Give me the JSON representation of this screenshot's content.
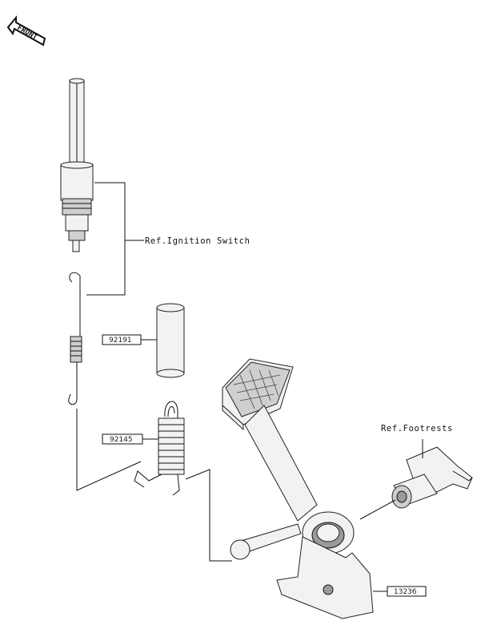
{
  "front_indicator": {
    "text": "FRONT"
  },
  "references": [
    {
      "id": "ref-ignition-switch",
      "text": "Ref.Ignition Switch"
    },
    {
      "id": "ref-footrests",
      "text": "Ref.Footrests"
    }
  ],
  "part_numbers": [
    {
      "id": "part-92191",
      "text": "92191"
    },
    {
      "id": "part-92145",
      "text": "92145"
    },
    {
      "id": "part-13236",
      "text": "13236"
    }
  ]
}
